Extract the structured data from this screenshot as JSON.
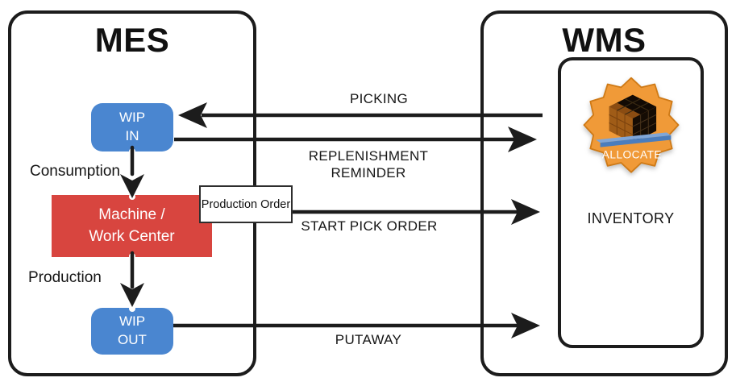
{
  "diagram": {
    "mes": {
      "title": "MES",
      "wip_in_label": "WIP\nIN",
      "consumption_label": "Consumption",
      "machine_label": "Machine /\nWork Center",
      "production_label": "Production",
      "wip_out_label": "WIP\nOUT",
      "production_order_label": "Production Order"
    },
    "wms": {
      "title": "WMS",
      "allocate_badge_label": "ALLOCATE",
      "inventory_label": "INVENTORY"
    },
    "flows": [
      {
        "label": "PICKING",
        "from": "WMS",
        "to": "MES WIP IN"
      },
      {
        "label": "REPLENISHMENT\nREMINDER",
        "from": "MES WIP IN",
        "to": "WMS"
      },
      {
        "label": "START PICK ORDER",
        "from": "Production Order",
        "to": "WMS"
      },
      {
        "label": "PUTAWAY",
        "from": "MES WIP OUT",
        "to": "WMS"
      }
    ]
  },
  "colors": {
    "ink": "#1c1c1c",
    "box_blue": "#4a86d0",
    "box_red": "#d8453f",
    "badge_orange": "#f09a38",
    "pallet_blue": "#4a7dbd"
  }
}
